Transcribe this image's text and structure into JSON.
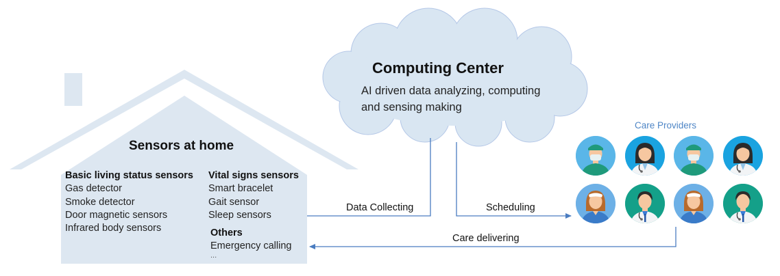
{
  "house": {
    "title": "Sensors at home",
    "basic": {
      "heading": "Basic living status sensors",
      "items": [
        "Gas detector",
        "Smoke detector",
        "Door magnetic sensors",
        "Infrared body sensors"
      ]
    },
    "vital": {
      "heading": "Vital signs sensors",
      "items": [
        "Smart bracelet",
        "Gait sensor",
        "Sleep sensors"
      ]
    },
    "others": {
      "heading": "Others",
      "items": [
        "Emergency calling",
        "..."
      ]
    }
  },
  "computing_center": {
    "title": "Computing Center",
    "description_lines": [
      "AI driven data analyzing, computing",
      "and sensing making"
    ]
  },
  "flows": {
    "data_collecting": "Data Collecting",
    "scheduling": "Scheduling",
    "care_delivering": "Care delivering"
  },
  "care_providers": {
    "title": "Care Providers",
    "avatars": [
      {
        "icon": "surgeon-icon",
        "bg": "#5ab6e8"
      },
      {
        "icon": "female-doctor-icon",
        "bg": "#1aa3e0"
      },
      {
        "icon": "surgeon-icon",
        "bg": "#5ab6e8"
      },
      {
        "icon": "female-doctor-icon",
        "bg": "#1aa3e0"
      },
      {
        "icon": "nurse-icon",
        "bg": "#6db0e6"
      },
      {
        "icon": "male-doctor-icon",
        "bg": "#14a089"
      },
      {
        "icon": "nurse-icon",
        "bg": "#6db0e6"
      },
      {
        "icon": "male-doctor-icon",
        "bg": "#14a089"
      }
    ]
  },
  "colors": {
    "house_fill": "#dde7f1",
    "cloud_fill": "#d9e6f2",
    "cloud_stroke": "#b4c7e7",
    "connector": "#4a7cc0",
    "care_providers_label": "#4f86c6"
  }
}
